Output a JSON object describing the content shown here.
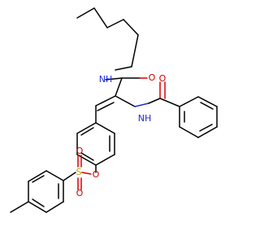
{
  "atoms": {
    "amide_nh": "NH",
    "amide_o": "O",
    "benzamide_nh": "NH",
    "benzamide_o": "O",
    "ester_o": "O",
    "sulfonyl_s": "S",
    "sulfonyl_o1": "O",
    "sulfonyl_o2": "O"
  },
  "colors": {
    "carbon": "#000000",
    "nitrogen": "#1f2bd8",
    "oxygen": "#d60000",
    "sulfur": "#b8a000"
  }
}
